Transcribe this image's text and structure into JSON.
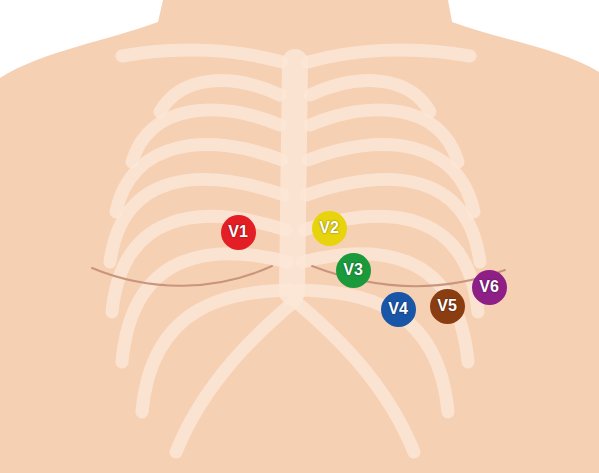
{
  "diagram": {
    "nodes": [
      {
        "text": [
          "V1"
        ]
      },
      {
        "text": [
          "V2"
        ]
      },
      {
        "text": [
          "V3"
        ]
      },
      {
        "text": [
          "V4"
        ]
      },
      {
        "text": [
          "V5"
        ]
      },
      {
        "text": [
          "V6"
        ]
      }
    ]
  }
}
